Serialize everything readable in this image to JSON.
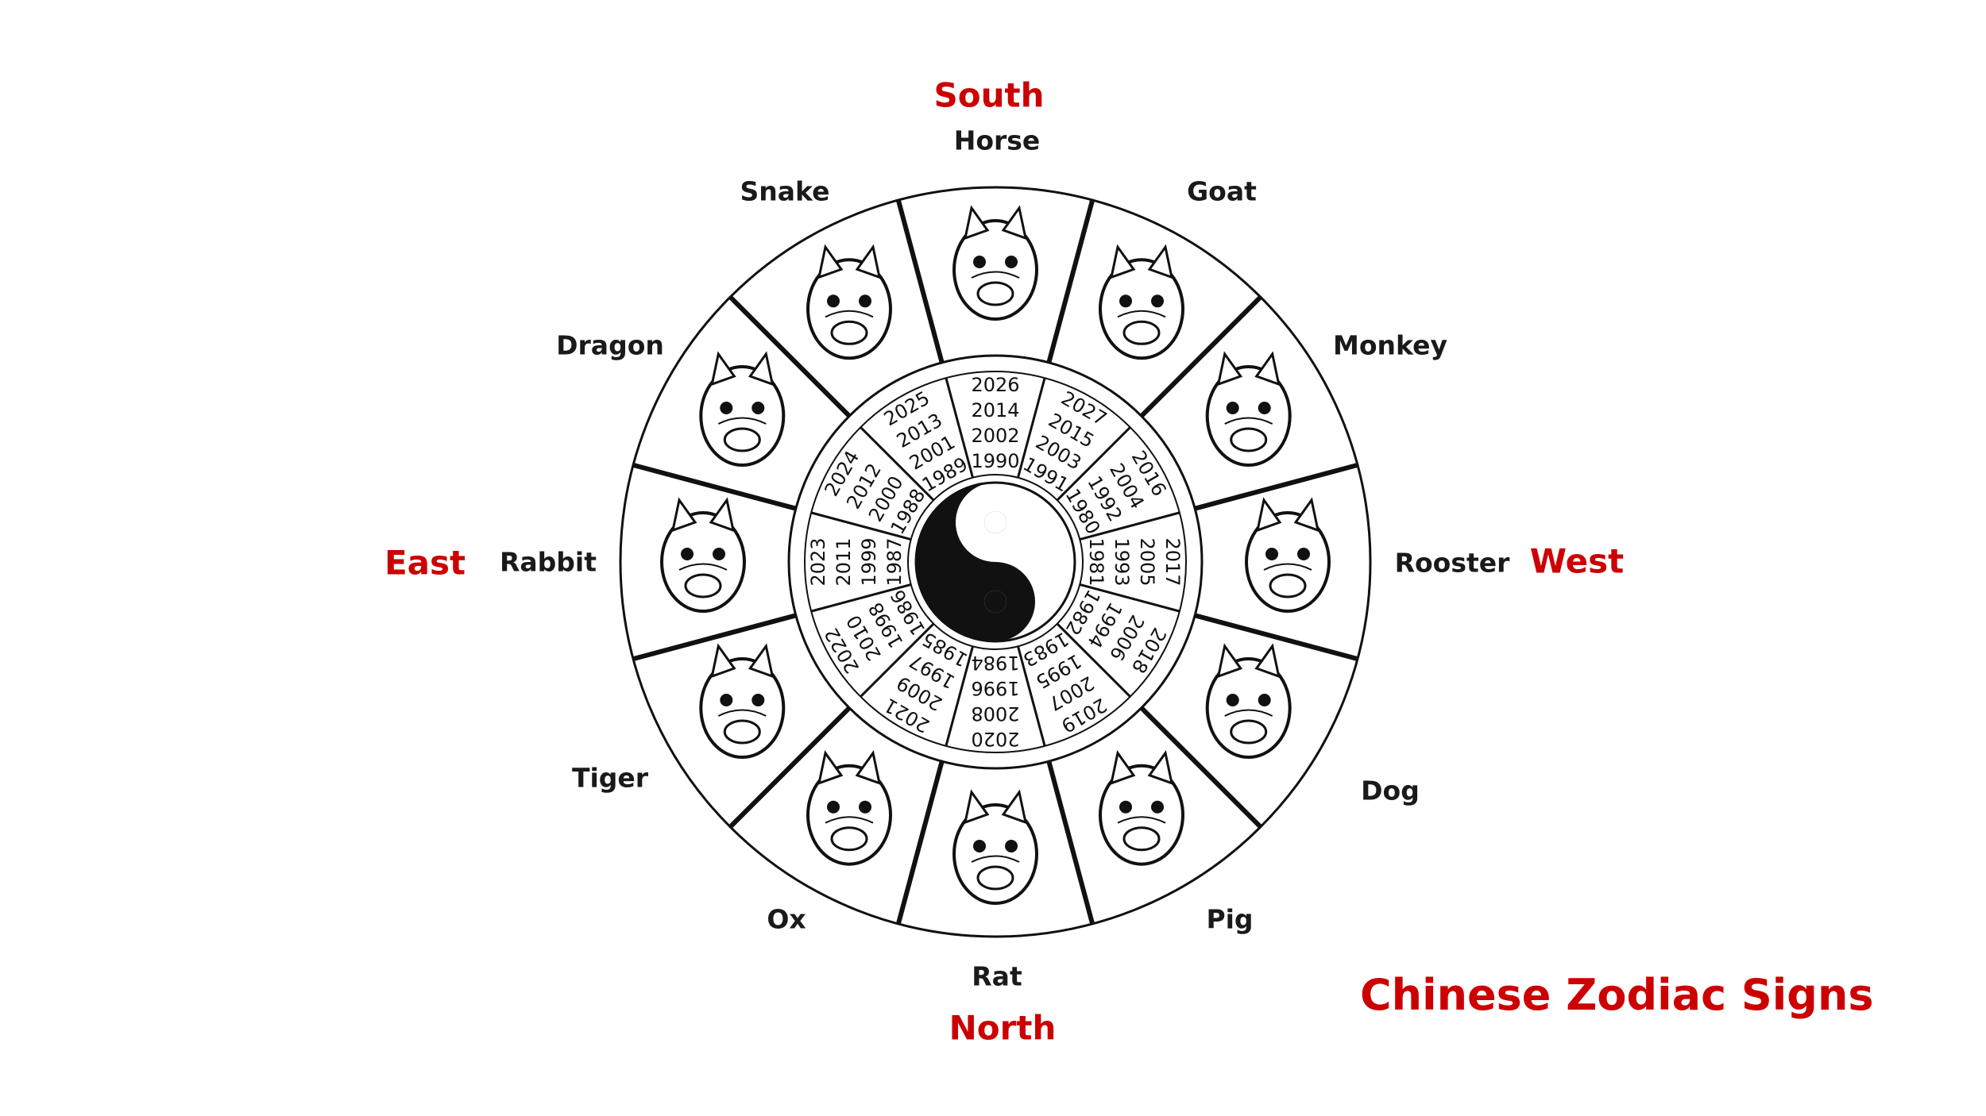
{
  "title": "Chinese Zodiac Signs",
  "directions": {
    "south": "South",
    "north": "North",
    "east": "East",
    "west": "West"
  },
  "signs": [
    {
      "name": "Horse",
      "icon": "horse-head-icon",
      "years": [
        "2026",
        "2014",
        "2002",
        "1990"
      ]
    },
    {
      "name": "Goat",
      "icon": "goat-head-icon",
      "years": [
        "2027",
        "2015",
        "2003",
        "1991"
      ]
    },
    {
      "name": "Monkey",
      "icon": "monkey-head-icon",
      "years": [
        "2016",
        "2004",
        "1992",
        "1980"
      ]
    },
    {
      "name": "Rooster",
      "icon": "rooster-head-icon",
      "years": [
        "2017",
        "2005",
        "1993",
        "1981"
      ]
    },
    {
      "name": "Dog",
      "icon": "dog-head-icon",
      "years": [
        "2018",
        "2006",
        "1994",
        "1982"
      ]
    },
    {
      "name": "Pig",
      "icon": "pig-head-icon",
      "years": [
        "2019",
        "2007",
        "1995",
        "1983"
      ]
    },
    {
      "name": "Rat",
      "icon": "rat-head-icon",
      "years": [
        "2020",
        "2008",
        "1996",
        "1984"
      ]
    },
    {
      "name": "Ox",
      "icon": "ox-head-icon",
      "years": [
        "2021",
        "2009",
        "1997",
        "1985"
      ]
    },
    {
      "name": "Tiger",
      "icon": "tiger-head-icon",
      "years": [
        "2022",
        "2010",
        "1998",
        "1986"
      ]
    },
    {
      "name": "Rabbit",
      "icon": "rabbit-head-icon",
      "years": [
        "2023",
        "2011",
        "1999",
        "1987"
      ]
    },
    {
      "name": "Dragon",
      "icon": "dragon-head-icon",
      "years": [
        "2024",
        "2012",
        "2000",
        "1988"
      ]
    },
    {
      "name": "Snake",
      "icon": "snake-head-icon",
      "years": [
        "2025",
        "2013",
        "2001",
        "1989"
      ]
    }
  ],
  "center_icon": "yin-yang-icon",
  "colors": {
    "accent_red": "#cc0000",
    "ink": "#111111",
    "background": "#ffffff"
  }
}
